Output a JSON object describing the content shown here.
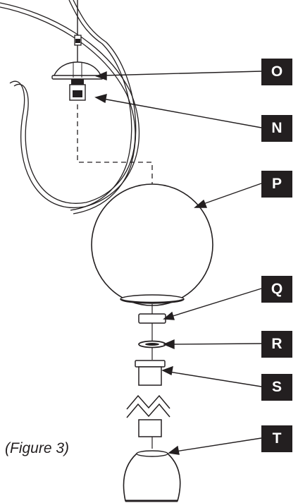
{
  "figure": {
    "caption": "(Figure 3)",
    "colors": {
      "ink": "#231f20",
      "label_bg": "#231f20",
      "label_text": "#ffffff"
    }
  },
  "callouts": {
    "O": "O",
    "N": "N",
    "P": "P",
    "Q": "Q",
    "R": "R",
    "S": "S",
    "T": "T"
  }
}
